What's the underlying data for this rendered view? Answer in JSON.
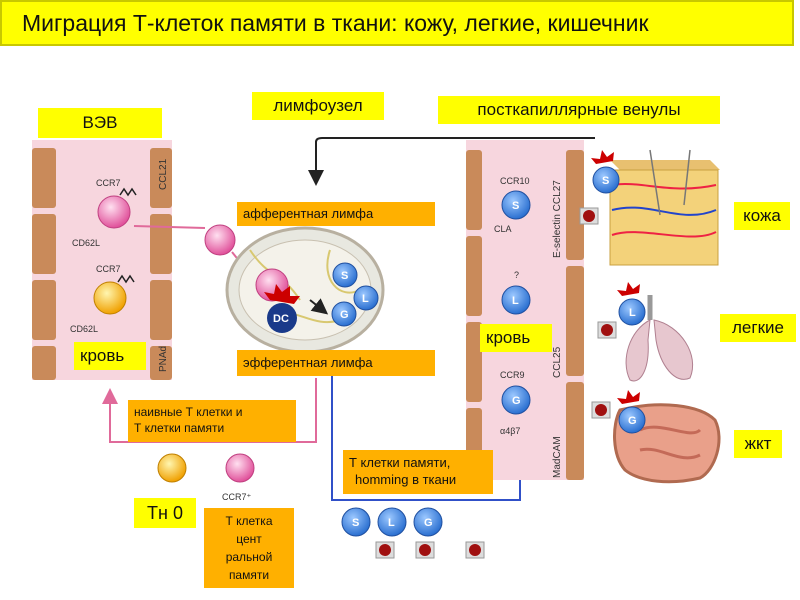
{
  "title": "Миграция Т-клеток памяти в ткани: кожу, легкие,  кишечник",
  "labels": {
    "vev": "ВЭВ",
    "lymph_node": "лимфоузел",
    "postcap": "посткапиллярные венулы",
    "afferent": "афферентная лимфа",
    "efferent": "эфферентная лимфа",
    "blood_left": "кровь",
    "blood_right": "кровь",
    "skin": "кожа",
    "lungs": "легкие",
    "gut": "жкт",
    "naive_line1": "наивные Т клетки и",
    "naive_line2": "Т клетки памяти",
    "homing_line1": "Т клетки памяти,",
    "homing_line2": "homming в ткани",
    "tn0": "Тн 0",
    "central_line1": "Т клетка",
    "central_line2": "цент",
    "central_line3": "ральной",
    "central_line4": "памяти"
  },
  "figure_text": {
    "ccl21": "CCL21",
    "pnad": "PNAd",
    "ccr7_a": "CCR7",
    "cd62l_a": "CD62L",
    "ccr7_b": "CCR7",
    "cd62l_b": "CD62L",
    "ccr7plus": "CCR7⁺",
    "ccr10": "CCR10",
    "cla": "CLA",
    "ccr9": "CCR9",
    "a4b7": "α4β7",
    "question": "?",
    "eselectin": "E-selectin CCL27",
    "ccl25": "CCL25",
    "madcam": "MadCAM",
    "dc": "DC",
    "s": "S",
    "l": "L",
    "g": "G"
  },
  "colors": {
    "title_bg": "#ffff00",
    "label_bg": "#ffff00",
    "orange_label_bg": "#ffb000",
    "vessel_bg": "#f7d6de",
    "vessel_wall": "#c98a5a",
    "cell_blue": "#3a7fd8",
    "cell_pink": "#f07ab8",
    "arrow_pink": "#e06a9a",
    "arrow_blue": "#3050c8"
  }
}
